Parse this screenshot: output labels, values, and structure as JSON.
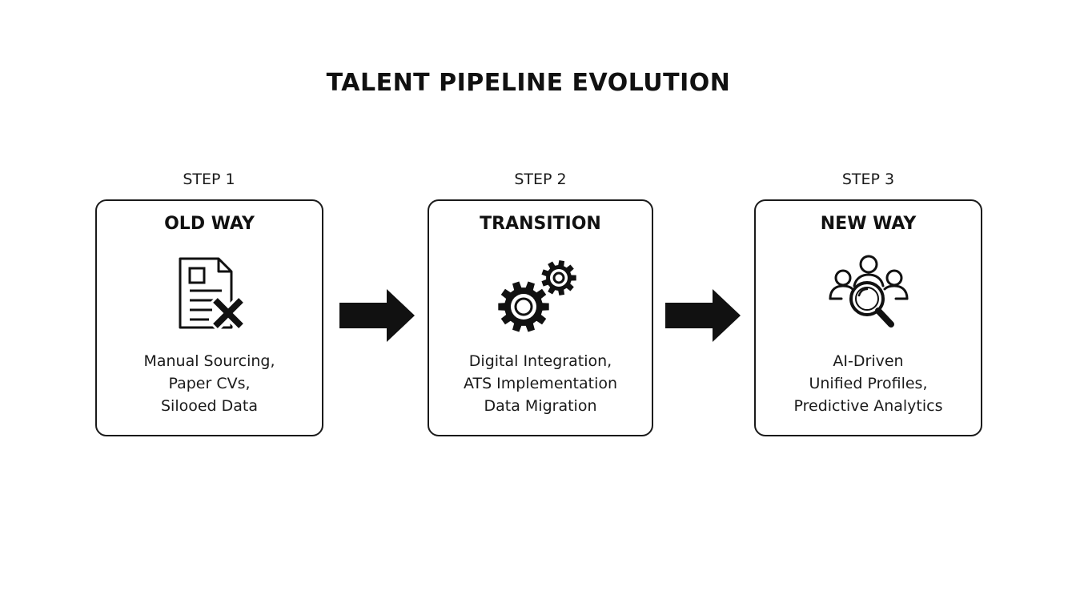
{
  "title": "TALENT PIPELINE EVOLUTION",
  "steps": [
    {
      "label": "STEP 1",
      "heading": "OLD WAY",
      "icon": "paper-document-x-icon",
      "lines": [
        "Manual Sourcing,",
        "Paper CVs,",
        "Silooed Data"
      ]
    },
    {
      "label": "STEP 2",
      "heading": "TRANSITION",
      "icon": "gears-icon",
      "lines": [
        "Digital Integration,",
        "ATS Implementation",
        "Data Migration"
      ]
    },
    {
      "label": "STEP 3",
      "heading": "NEW WAY",
      "icon": "people-magnifier-icon",
      "lines": [
        "AI-Driven",
        "Unified Profiles,",
        "Predictive Analytics"
      ]
    }
  ],
  "arrows": [
    "right-arrow-icon",
    "right-arrow-icon"
  ],
  "colors": {
    "ink": "#111111",
    "background": "#ffffff"
  }
}
